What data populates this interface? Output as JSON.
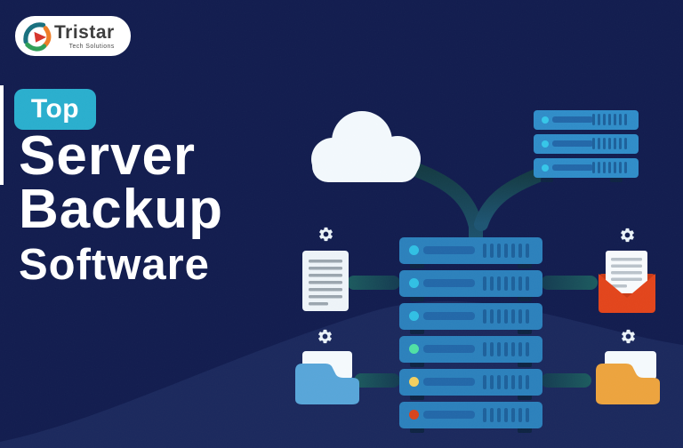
{
  "header": {
    "brand": "Tristar",
    "tagline": "Tech Solutions"
  },
  "badge": {
    "label": "Top"
  },
  "title": {
    "lines": [
      "Server",
      "Backup",
      "Software"
    ]
  },
  "colors": {
    "bg": "#111C4E",
    "bg-light": "#223367",
    "white-line": "#FFFFFF",
    "badge-bg": "#29AECD",
    "title": "#FFFFFF",
    "logo-text": "#3C3C3C",
    "cloud": "#F2F8FC",
    "pipe-top": "#133A43",
    "pipe-bottom": "#1D5472",
    "server": "#2B80BB",
    "server-mini": "#2F8CC8",
    "server-bar": "#2267A8",
    "server-vent": "#1D609A",
    "server-foot": "#0D2342",
    "connector-a": "#1B5A5E",
    "connector-b": "#133A50",
    "paper": "#EDF3F8",
    "paper-line": "#9AA5AE",
    "envelope": "#E2441B",
    "folder-left": "#57A5D8",
    "folder-right": "#ECA33D",
    "gear": "#E9F1F7"
  },
  "illustration": {
    "rack_leds": [
      "#30BFE3",
      "#30BFE3",
      "#30BFE3",
      "#4FE0A4",
      "#F2CE5E",
      "#D8431C"
    ],
    "mini_leds": [
      "#35C6E8",
      "#35C6E8",
      "#35C6E8"
    ]
  },
  "logo_mark_colors": {
    "teal": "#17707E",
    "orange": "#EE7C26",
    "red": "#D6342A",
    "green": "#2E9E57"
  }
}
